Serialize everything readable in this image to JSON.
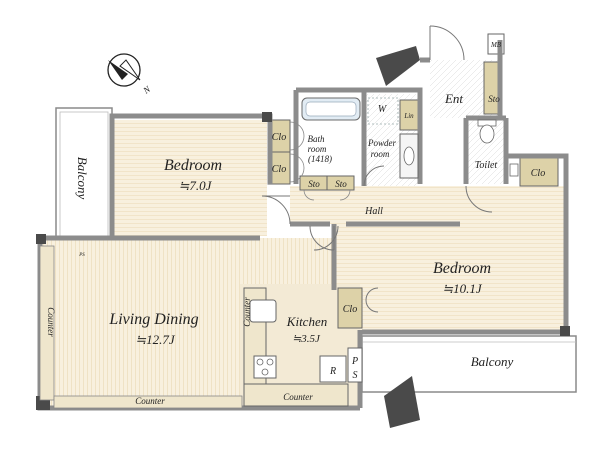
{
  "rooms": {
    "bedroom1": {
      "label": "Bedroom",
      "area": "≒7.0J"
    },
    "bedroom2": {
      "label": "Bedroom",
      "area": "≒10.1J"
    },
    "living": {
      "label": "Living Dining",
      "area": "≒12.7J"
    },
    "kitchen": {
      "label": "Kitchen",
      "area": "≒3.5J"
    },
    "bath": {
      "line1": "Bath",
      "line2": "room",
      "line3": "(1418)"
    },
    "powder": {
      "line1": "Powder",
      "line2": "room"
    },
    "toilet": {
      "label": "Toilet"
    },
    "entrance": {
      "label": "Ent"
    },
    "hall": {
      "label": "Hall"
    },
    "balcony_left": {
      "label": "Balcony"
    },
    "balcony_right": {
      "label": "Balcony"
    }
  },
  "storage": {
    "clo_a": "Clo",
    "clo_b": "Clo",
    "clo_toilet": "Clo",
    "clo_kitchen": "Clo",
    "sto_a": "Sto",
    "sto_b": "Sto",
    "sto_ent": "Sto",
    "w": "W",
    "lin": "Lin",
    "mb": "MB"
  },
  "fixtures": {
    "counter_left": "Counter",
    "counter_bottom": "Counter",
    "counter_kitchen_v": "Counter",
    "counter_kitchen_h": "Counter",
    "fridge": "R",
    "ps_p": "P",
    "ps_s": "S",
    "ps_small": "PS"
  },
  "compass": {
    "north_label": "N",
    "icon": "compass-rose-icon"
  },
  "colors": {
    "floor": "#f8f0de",
    "wet_area": "#ffffff",
    "wall": "#9a9a9a",
    "wall_dark": "#4a4a4a",
    "storage": "#ddd2a8",
    "bath_blue": "#e2ecf4"
  }
}
